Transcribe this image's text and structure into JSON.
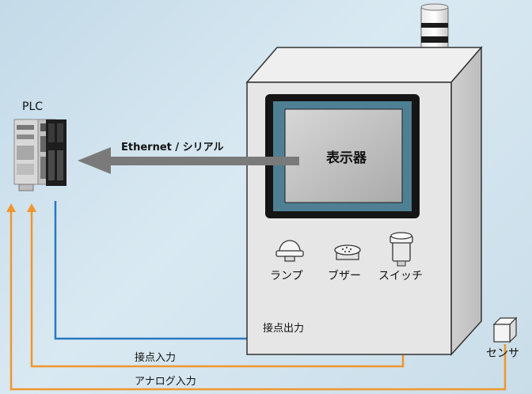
{
  "plc": {
    "label": "PLC"
  },
  "link": {
    "label": "Ethernet / シリアル"
  },
  "panel": {
    "display_label": "表示器"
  },
  "devices": {
    "lamp": "ランプ",
    "buzzer": "ブザー",
    "switch": "スイッチ",
    "sensor": "センサ"
  },
  "signals": {
    "contact_output": "接点出力",
    "contact_input": "接点入力",
    "analog_input": "アナログ入力"
  },
  "colors": {
    "output_line": "#2a78c2",
    "input_line": "#f0962e",
    "frame": "#4e7e92",
    "arrow": "#7a7a7a"
  }
}
